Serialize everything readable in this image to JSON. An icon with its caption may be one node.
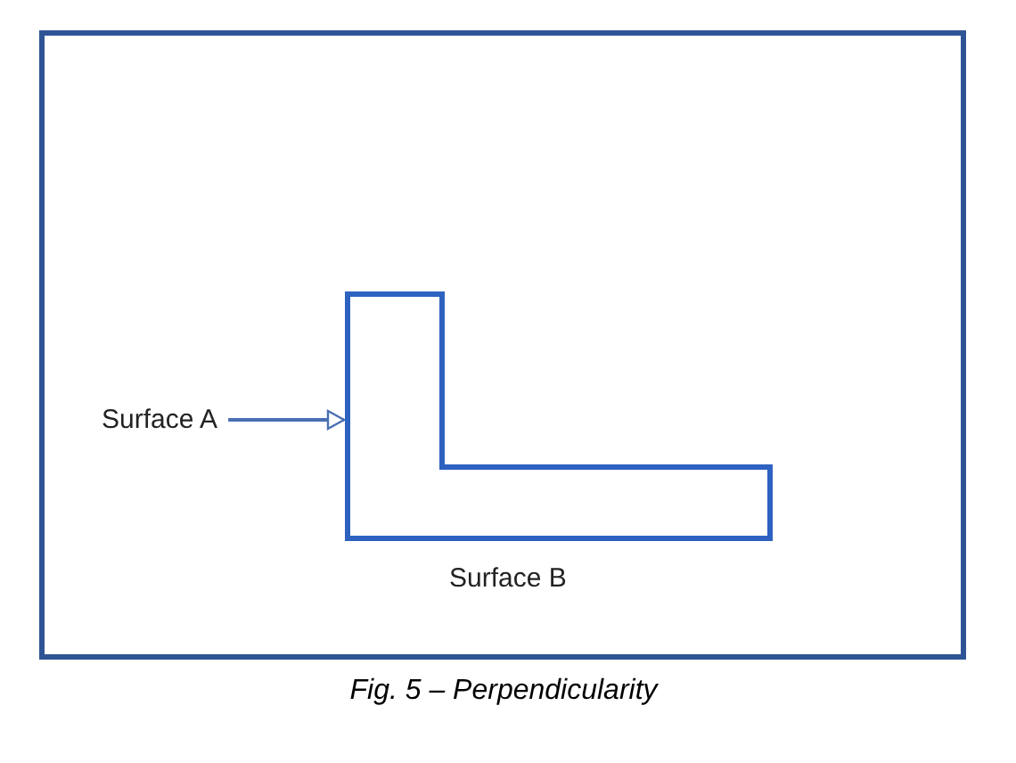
{
  "diagram": {
    "caption": "Fig. 5 – Perpendicularity",
    "nodes": [
      {
        "text": [
          "Surface A"
        ]
      },
      {
        "text": [],
        "shape": "polygon"
      }
    ],
    "edges": [
      {
        "from": 0,
        "to": 1,
        "arrow": "to"
      }
    ],
    "labels": [
      "Surface B"
    ]
  }
}
